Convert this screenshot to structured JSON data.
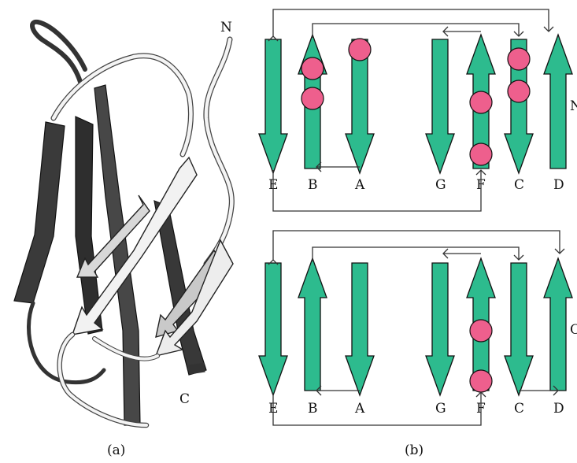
{
  "panel_a": {
    "caption": "(a)",
    "n_label": "N",
    "c_label": "C"
  },
  "panel_b": {
    "caption": "(b)",
    "colors": {
      "strand": "#2dbb8e",
      "stroke": "#111111",
      "marker": "#ee5f8d",
      "connector": "#333333"
    },
    "top": {
      "edge_label": "N",
      "strands": [
        {
          "name": "E",
          "direction": "down",
          "markers": 0
        },
        {
          "name": "B",
          "direction": "up",
          "markers": 2
        },
        {
          "name": "A",
          "direction": "down",
          "markers": 1
        },
        {
          "name": "G",
          "direction": "down",
          "markers": 0
        },
        {
          "name": "F",
          "direction": "up",
          "markers": 2
        },
        {
          "name": "C",
          "direction": "down",
          "markers": 2
        },
        {
          "name": "D",
          "direction": "up",
          "markers": 0
        }
      ]
    },
    "bottom": {
      "edge_label": "C",
      "strands": [
        {
          "name": "E",
          "direction": "down",
          "markers": 0
        },
        {
          "name": "B",
          "direction": "up",
          "markers": 0
        },
        {
          "name": "A",
          "direction": "down",
          "markers": 0
        },
        {
          "name": "G",
          "direction": "down",
          "markers": 0
        },
        {
          "name": "F",
          "direction": "up",
          "markers": 2
        },
        {
          "name": "C",
          "direction": "down",
          "markers": 0
        },
        {
          "name": "D",
          "direction": "up",
          "markers": 0
        }
      ]
    }
  }
}
